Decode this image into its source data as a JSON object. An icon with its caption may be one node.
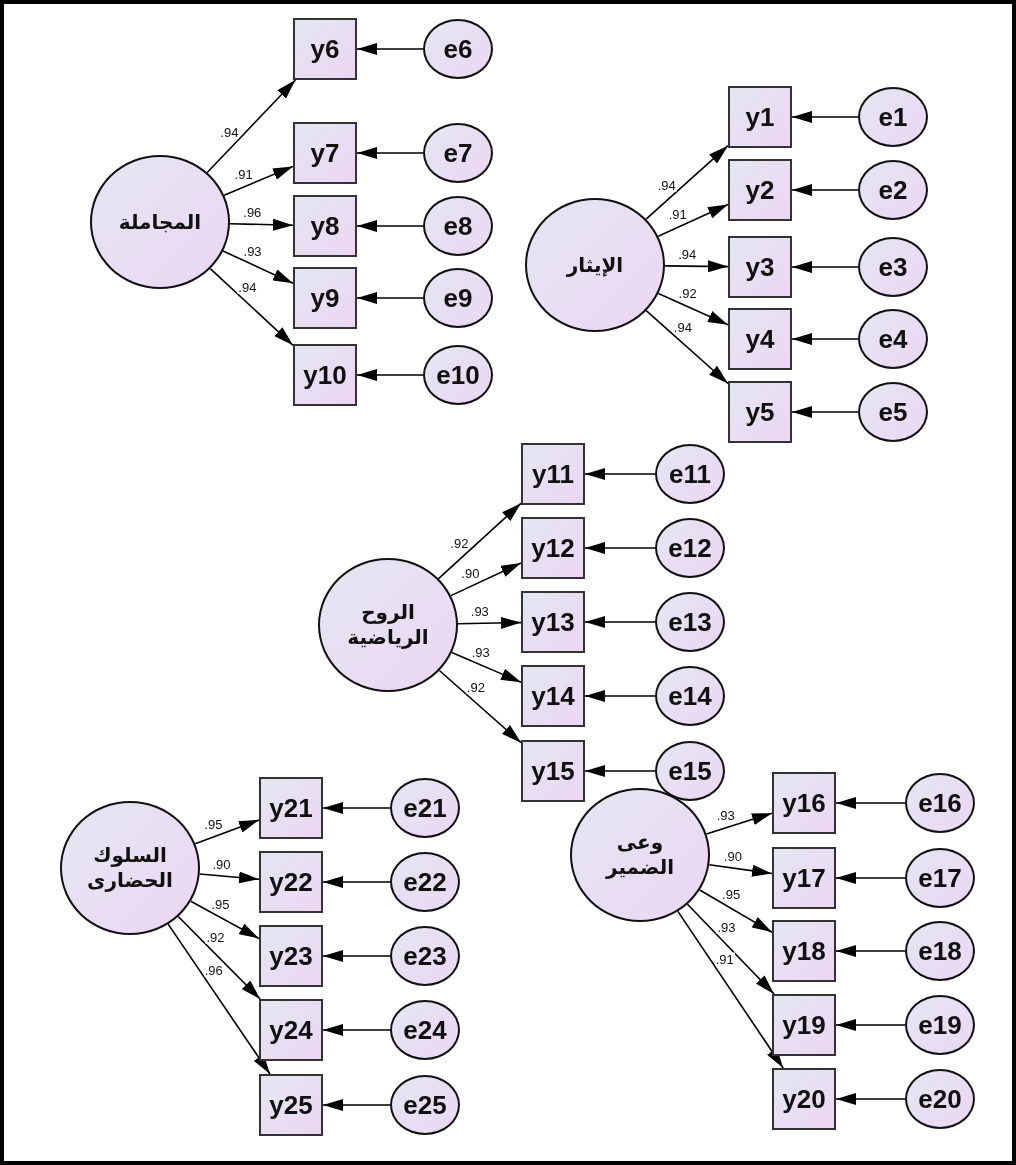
{
  "diagram": {
    "nodes": [
      {
        "text": [
          "المجاملة"
        ]
      },
      {
        "text": [
          "y6"
        ]
      },
      {
        "text": [
          "y7"
        ]
      },
      {
        "text": [
          "y8"
        ]
      },
      {
        "text": [
          "y9"
        ]
      },
      {
        "text": [
          "y10"
        ]
      },
      {
        "text": [
          "e6"
        ]
      },
      {
        "text": [
          "e7"
        ]
      },
      {
        "text": [
          "e8"
        ]
      },
      {
        "text": [
          "e9"
        ]
      },
      {
        "text": [
          "e10"
        ]
      },
      {
        "text": [
          "الإيثار"
        ]
      },
      {
        "text": [
          "y1"
        ]
      },
      {
        "text": [
          "y2"
        ]
      },
      {
        "text": [
          "y3"
        ]
      },
      {
        "text": [
          "y4"
        ]
      },
      {
        "text": [
          "y5"
        ]
      },
      {
        "text": [
          "e1"
        ]
      },
      {
        "text": [
          "e2"
        ]
      },
      {
        "text": [
          "e3"
        ]
      },
      {
        "text": [
          "e4"
        ]
      },
      {
        "text": [
          "e5"
        ]
      },
      {
        "text": [
          "الروح الرياضية"
        ]
      },
      {
        "text": [
          "y11"
        ]
      },
      {
        "text": [
          "y12"
        ]
      },
      {
        "text": [
          "y13"
        ]
      },
      {
        "text": [
          "y14"
        ]
      },
      {
        "text": [
          "y15"
        ]
      },
      {
        "text": [
          "e11"
        ]
      },
      {
        "text": [
          "e12"
        ]
      },
      {
        "text": [
          "e13"
        ]
      },
      {
        "text": [
          "e14"
        ]
      },
      {
        "text": [
          "e15"
        ]
      },
      {
        "text": [
          "السلوك الحضارى"
        ]
      },
      {
        "text": [
          "y21"
        ]
      },
      {
        "text": [
          "y22"
        ]
      },
      {
        "text": [
          "y23"
        ]
      },
      {
        "text": [
          "y24"
        ]
      },
      {
        "text": [
          "y25"
        ]
      },
      {
        "text": [
          "e21"
        ]
      },
      {
        "text": [
          "e22"
        ]
      },
      {
        "text": [
          "e23"
        ]
      },
      {
        "text": [
          "e24"
        ]
      },
      {
        "text": [
          "e25"
        ]
      },
      {
        "text": [
          "وعى الضمير"
        ]
      },
      {
        "text": [
          "y16"
        ]
      },
      {
        "text": [
          "y17"
        ]
      },
      {
        "text": [
          "y18"
        ]
      },
      {
        "text": [
          "y19"
        ]
      },
      {
        "text": [
          "y20"
        ]
      },
      {
        "text": [
          "e16"
        ]
      },
      {
        "text": [
          "e17"
        ]
      },
      {
        "text": [
          "e18"
        ]
      },
      {
        "text": [
          "e19"
        ]
      },
      {
        "text": [
          "e20"
        ]
      }
    ],
    "edges": [
      {
        "from": 0,
        "to": 1,
        "arrow": "to",
        "label": ".94"
      },
      {
        "from": 0,
        "to": 2,
        "arrow": "to",
        "label": ".91"
      },
      {
        "from": 0,
        "to": 3,
        "arrow": "to",
        "label": ".96"
      },
      {
        "from": 0,
        "to": 4,
        "arrow": "to",
        "label": ".93"
      },
      {
        "from": 0,
        "to": 5,
        "arrow": "to",
        "label": ".94"
      },
      {
        "from": 6,
        "to": 1,
        "arrow": "to"
      },
      {
        "from": 7,
        "to": 2,
        "arrow": "to"
      },
      {
        "from": 8,
        "to": 3,
        "arrow": "to"
      },
      {
        "from": 9,
        "to": 4,
        "arrow": "to"
      },
      {
        "from": 10,
        "to": 5,
        "arrow": "to"
      },
      {
        "from": 11,
        "to": 12,
        "arrow": "to",
        "label": ".94"
      },
      {
        "from": 11,
        "to": 13,
        "arrow": "to",
        "label": ".91"
      },
      {
        "from": 11,
        "to": 14,
        "arrow": "to",
        "label": ".94"
      },
      {
        "from": 11,
        "to": 15,
        "arrow": "to",
        "label": ".92"
      },
      {
        "from": 11,
        "to": 16,
        "arrow": "to",
        "label": ".94"
      },
      {
        "from": 17,
        "to": 12,
        "arrow": "to"
      },
      {
        "from": 18,
        "to": 13,
        "arrow": "to"
      },
      {
        "from": 19,
        "to": 14,
        "arrow": "to"
      },
      {
        "from": 20,
        "to": 15,
        "arrow": "to"
      },
      {
        "from": 21,
        "to": 16,
        "arrow": "to"
      },
      {
        "from": 22,
        "to": 23,
        "arrow": "to",
        "label": ".92"
      },
      {
        "from": 22,
        "to": 24,
        "arrow": "to",
        "label": ".90"
      },
      {
        "from": 22,
        "to": 25,
        "arrow": "to",
        "label": ".93"
      },
      {
        "from": 22,
        "to": 26,
        "arrow": "to",
        "label": ".93"
      },
      {
        "from": 22,
        "to": 27,
        "arrow": "to",
        "label": ".92"
      },
      {
        "from": 28,
        "to": 23,
        "arrow": "to"
      },
      {
        "from": 29,
        "to": 24,
        "arrow": "to"
      },
      {
        "from": 30,
        "to": 25,
        "arrow": "to"
      },
      {
        "from": 31,
        "to": 26,
        "arrow": "to"
      },
      {
        "from": 32,
        "to": 27,
        "arrow": "to"
      },
      {
        "from": 33,
        "to": 34,
        "arrow": "to",
        "label": ".95"
      },
      {
        "from": 33,
        "to": 35,
        "arrow": "to",
        "label": ".90"
      },
      {
        "from": 33,
        "to": 36,
        "arrow": "to",
        "label": ".95"
      },
      {
        "from": 33,
        "to": 37,
        "arrow": "to",
        "label": ".92"
      },
      {
        "from": 33,
        "to": 38,
        "arrow": "to",
        "label": ".96"
      },
      {
        "from": 39,
        "to": 34,
        "arrow": "to"
      },
      {
        "from": 40,
        "to": 35,
        "arrow": "to"
      },
      {
        "from": 41,
        "to": 36,
        "arrow": "to"
      },
      {
        "from": 42,
        "to": 37,
        "arrow": "to"
      },
      {
        "from": 43,
        "to": 38,
        "arrow": "to"
      },
      {
        "from": 44,
        "to": 45,
        "arrow": "to",
        "label": ".93"
      },
      {
        "from": 44,
        "to": 46,
        "arrow": "to",
        "label": ".90"
      },
      {
        "from": 44,
        "to": 47,
        "arrow": "to",
        "label": ".95"
      },
      {
        "from": 44,
        "to": 48,
        "arrow": "to",
        "label": ".93"
      },
      {
        "from": 44,
        "to": 49,
        "arrow": "to",
        "label": ".91"
      },
      {
        "from": 50,
        "to": 45,
        "arrow": "to"
      },
      {
        "from": 51,
        "to": 46,
        "arrow": "to"
      },
      {
        "from": 52,
        "to": 47,
        "arrow": "to"
      },
      {
        "from": 53,
        "to": 48,
        "arrow": "to"
      },
      {
        "from": 54,
        "to": 49,
        "arrow": "to"
      }
    ]
  }
}
